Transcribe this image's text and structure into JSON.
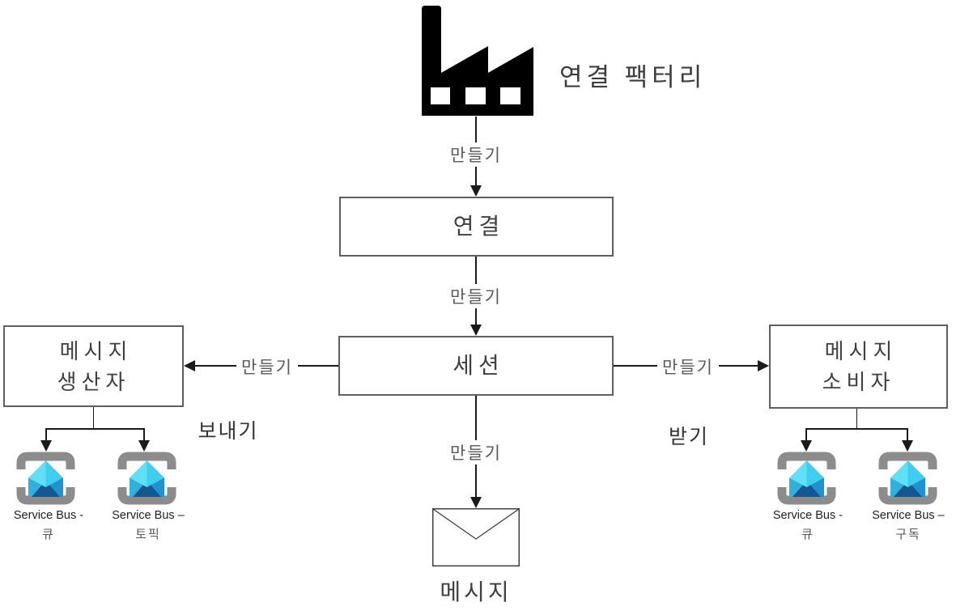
{
  "title": "연결 팩터리",
  "nodes": {
    "connection": "연결",
    "session": "세션",
    "producer": "메시지\n생산자",
    "consumer": "메시지\n소비자",
    "message": "메시지"
  },
  "edges": {
    "create_factory_connection": "만들기",
    "create_connection_session": "만들기",
    "create_session_message": "만들기",
    "create_session_producer": "만들기",
    "create_session_consumer": "만들기",
    "send": "보내기",
    "receive": "받기"
  },
  "service_bus_left": [
    {
      "name": "Service Bus -",
      "type": "큐"
    },
    {
      "name": "Service Bus –",
      "type": "토픽"
    }
  ],
  "service_bus_right": [
    {
      "name": "Service Bus -",
      "type": "큐"
    },
    {
      "name": "Service Bus –",
      "type": "구독"
    }
  ],
  "icons": {
    "factory": "factory-icon",
    "service_bus": "service-bus-icon",
    "message": "envelope-icon"
  },
  "colors": {
    "line": "#1a1a1a",
    "box_border": "#5f5f5f",
    "box_text": "#404040",
    "edge_label": "#595959",
    "title_text": "#3d3d3d",
    "action_text": "#333333",
    "icon_black": "#000000",
    "bracket": "#8c8c8c",
    "sb_name_text": "#1f1f1f",
    "envelope_top_left": "#5fe0f7",
    "envelope_top_right": "#3fcdf0",
    "envelope_body_left": "#31b0dc",
    "envelope_body_right": "#1f93d1",
    "envelope_fold": "#17568f",
    "message_stroke": "#404040"
  }
}
